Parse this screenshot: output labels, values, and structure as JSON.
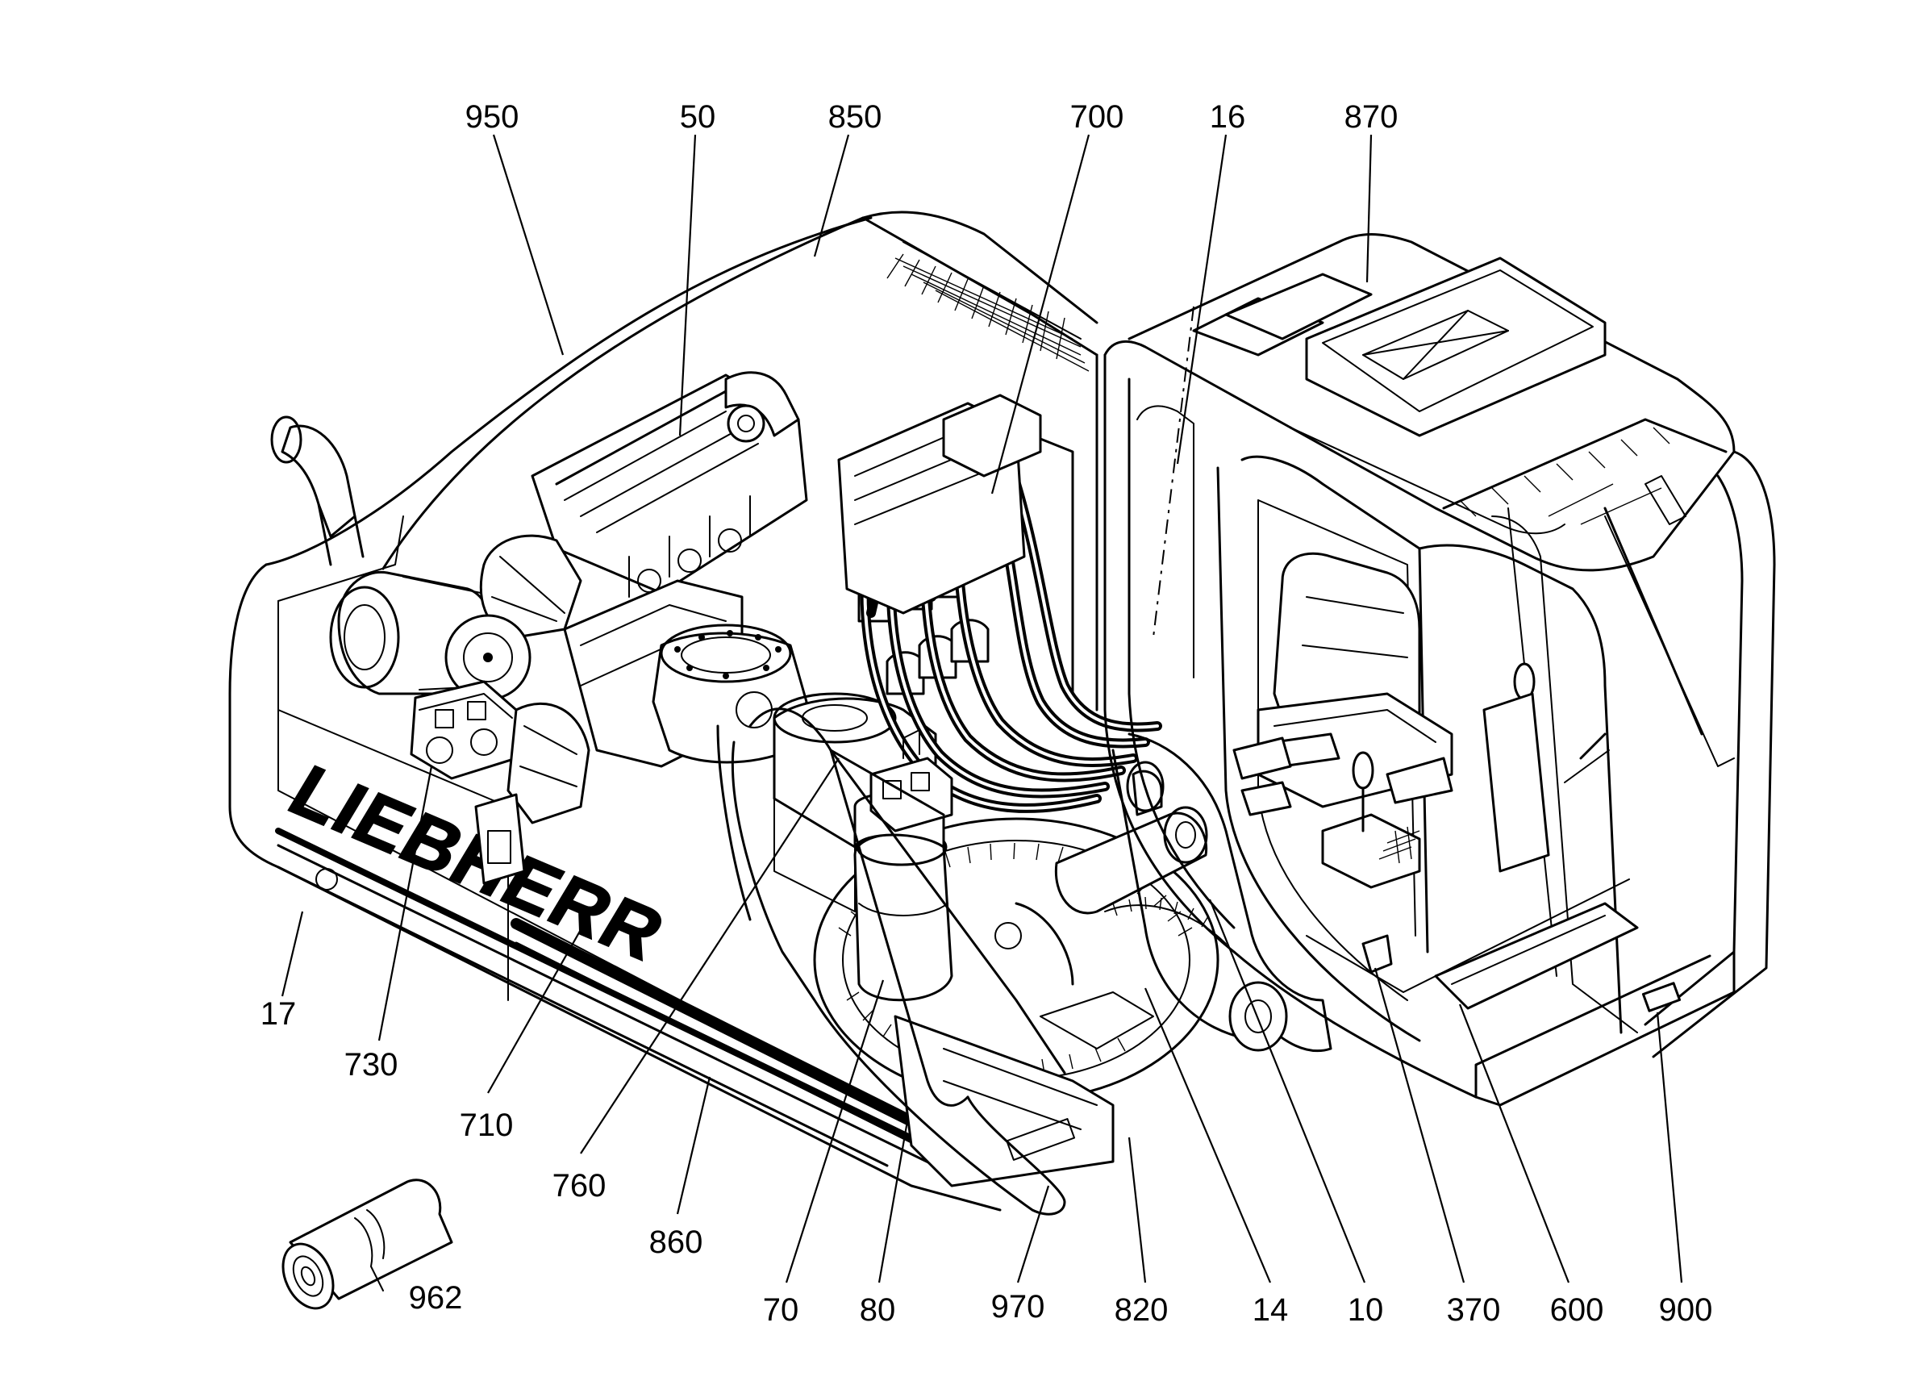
{
  "brand_text": "LIEBHERR",
  "callouts": [
    {
      "id": "950",
      "label": "950"
    },
    {
      "id": "50",
      "label": "50"
    },
    {
      "id": "850",
      "label": "850"
    },
    {
      "id": "700",
      "label": "700"
    },
    {
      "id": "16",
      "label": "16"
    },
    {
      "id": "870",
      "label": "870"
    },
    {
      "id": "17",
      "label": "17"
    },
    {
      "id": "730",
      "label": "730"
    },
    {
      "id": "710",
      "label": "710"
    },
    {
      "id": "760",
      "label": "760"
    },
    {
      "id": "860",
      "label": "860"
    },
    {
      "id": "962",
      "label": "962"
    },
    {
      "id": "70",
      "label": "70"
    },
    {
      "id": "80",
      "label": "80"
    },
    {
      "id": "970",
      "label": "970"
    },
    {
      "id": "820",
      "label": "820"
    },
    {
      "id": "14",
      "label": "14"
    },
    {
      "id": "10",
      "label": "10"
    },
    {
      "id": "370",
      "label": "370"
    },
    {
      "id": "600",
      "label": "600"
    },
    {
      "id": "900",
      "label": "900"
    }
  ]
}
